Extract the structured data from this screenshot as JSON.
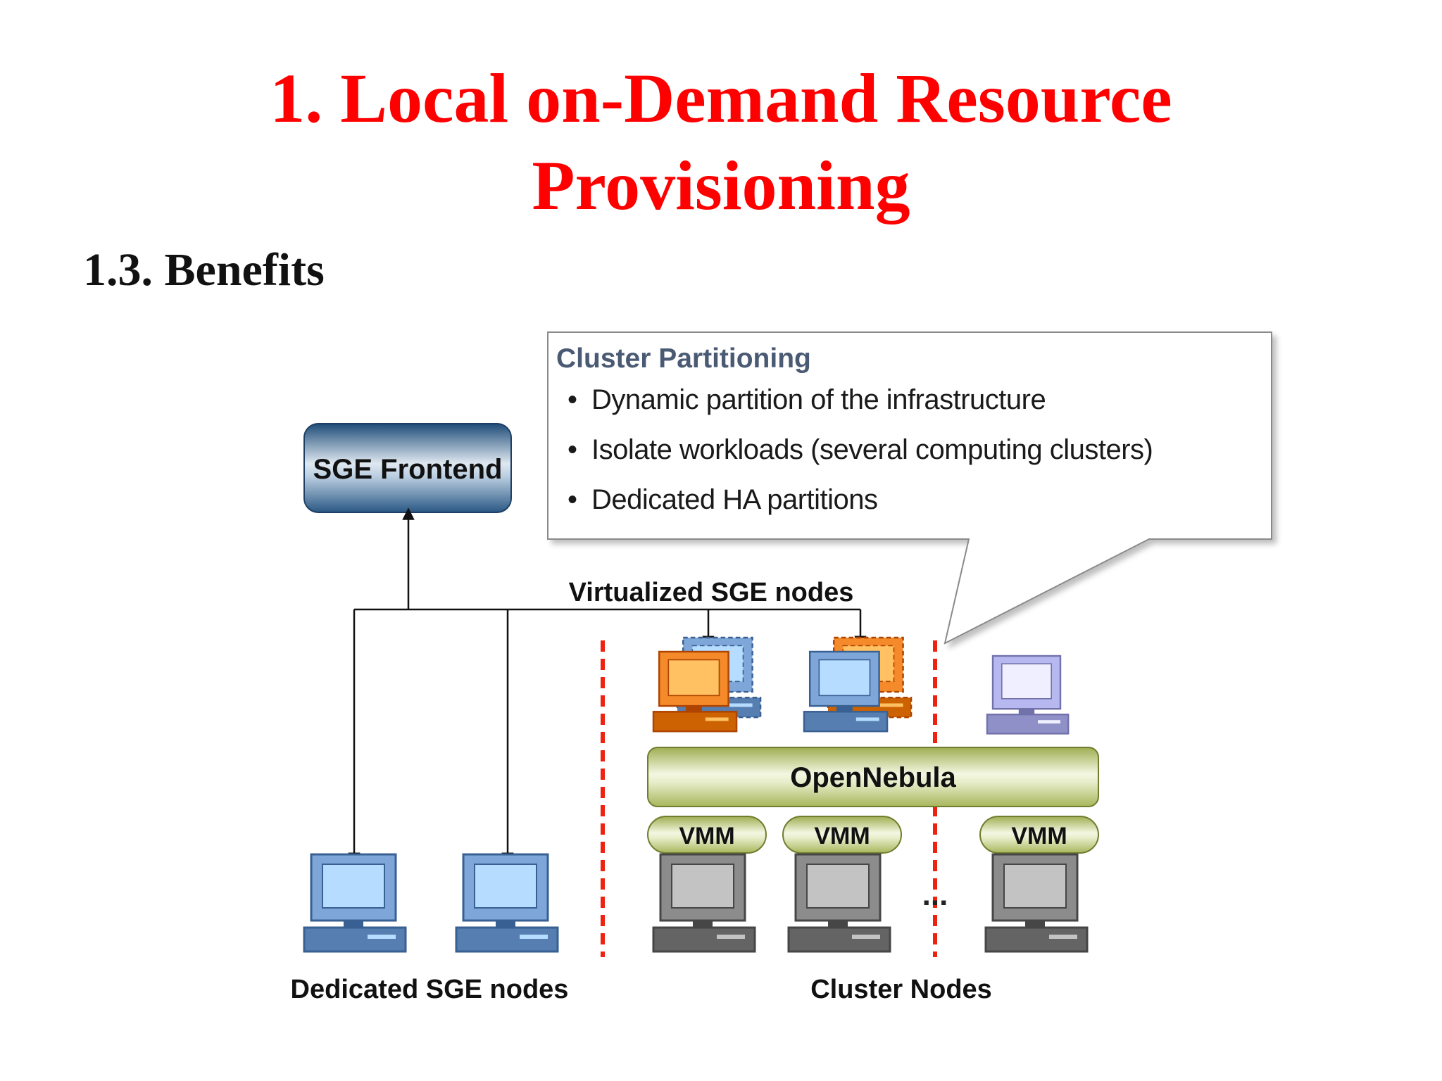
{
  "title": {
    "line1": "1. Local on-Demand Resource",
    "line2": "Provisioning"
  },
  "subtitle": "1.3. Benefits",
  "callout": {
    "title": "Cluster Partitioning",
    "items": [
      "Dynamic partition of the infrastructure",
      "Isolate workloads (several computing clusters)",
      "Dedicated HA partitions"
    ]
  },
  "diagram": {
    "frontend_label": "SGE Frontend",
    "virtualized_label": "Virtualized SGE nodes",
    "opennebula_label": "OpenNebula",
    "vmm_labels": [
      "VMM",
      "VMM",
      "VMM"
    ],
    "ellipsis": "...",
    "dedicated_label": "Dedicated SGE nodes",
    "cluster_label": "Cluster Nodes"
  },
  "colors": {
    "title_red": "#ff0000",
    "dashed_red": "#ee2211",
    "frontend_blue": "#2f5f8a",
    "pc_blue": "#7fa6d8",
    "pc_orange": "#f48a2a",
    "pc_lavender": "#b8b8f0",
    "pc_gray": "#8c8c8c",
    "opennebula_green": "#c2cf86"
  }
}
